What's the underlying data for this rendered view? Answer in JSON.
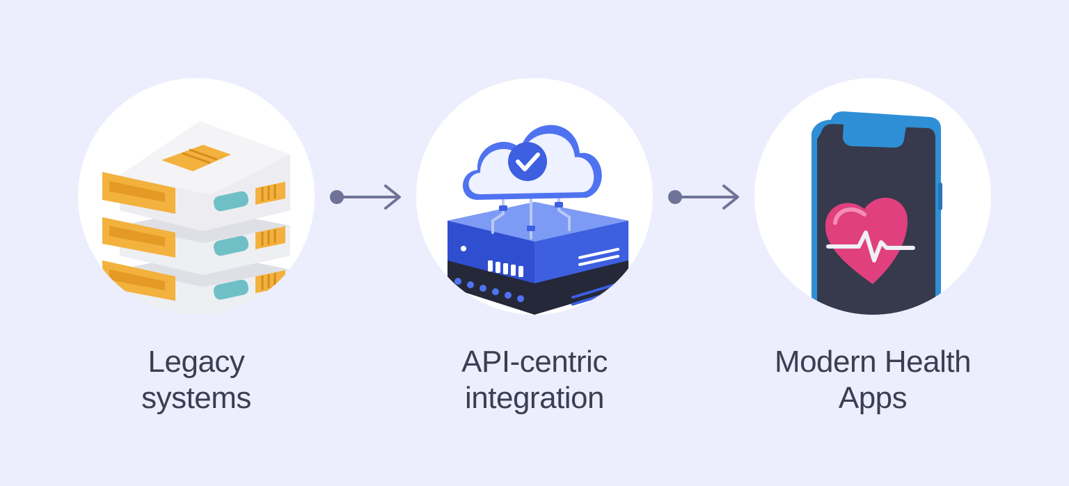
{
  "steps": [
    {
      "id": "legacy",
      "icon": "server-stack-icon",
      "label_line1": "Legacy",
      "label_line2": "systems"
    },
    {
      "id": "api",
      "icon": "cloud-api-server-icon",
      "label_line1": "API-centric",
      "label_line2": "integration"
    },
    {
      "id": "app",
      "icon": "phone-heart-icon",
      "label_line1": "Modern Health",
      "label_line2": "Apps"
    }
  ],
  "colors": {
    "background": "#ecedfd",
    "circle": "#ffffff",
    "arrow": "#6e7397",
    "text": "#3b3e52",
    "accent_blue": "#3d5fe0",
    "accent_orange": "#f3b13d",
    "accent_teal": "#6fc0c6",
    "accent_pink": "#e0407e",
    "phone_frame": "#3a9fe0",
    "phone_screen": "#363a4c"
  }
}
